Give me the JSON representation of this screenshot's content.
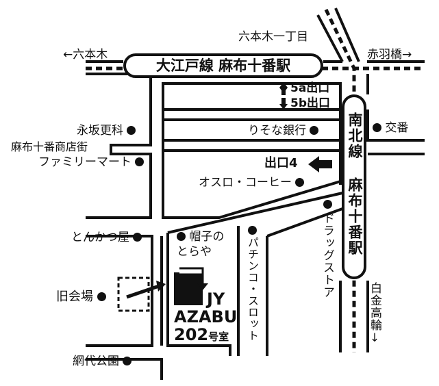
{
  "station_main": "大江戸線 麻布十番駅",
  "station_namboku": "南北線 麻布十番駅",
  "directions": {
    "left": "←六本木",
    "right": "赤羽橋→",
    "top": "六本木一丁目",
    "down": "白金高輪↓"
  },
  "exits": {
    "exit_5a": "5a出口",
    "exit_5b": "5b出口",
    "exit_4": "出口4"
  },
  "places": {
    "nagasaka": "永坂更科",
    "shoutengai": "麻布十番商店街",
    "familymart": "ファミリーマート",
    "tonkatsu": "とんかつ屋",
    "old_venue": "旧会場",
    "amishiro": "網代公園",
    "resona": "りそな銀行",
    "koban": "交番",
    "oslo": "オスロ・コーヒー",
    "drugstore": "ドラッグストア",
    "pachinko": "パチンコ・スロット",
    "boushi_1": "帽子の",
    "boushi_2": "とらや"
  },
  "building": {
    "name_1": "JY",
    "name_2": "AZABU",
    "room": "202",
    "room_suffix": "号室"
  }
}
